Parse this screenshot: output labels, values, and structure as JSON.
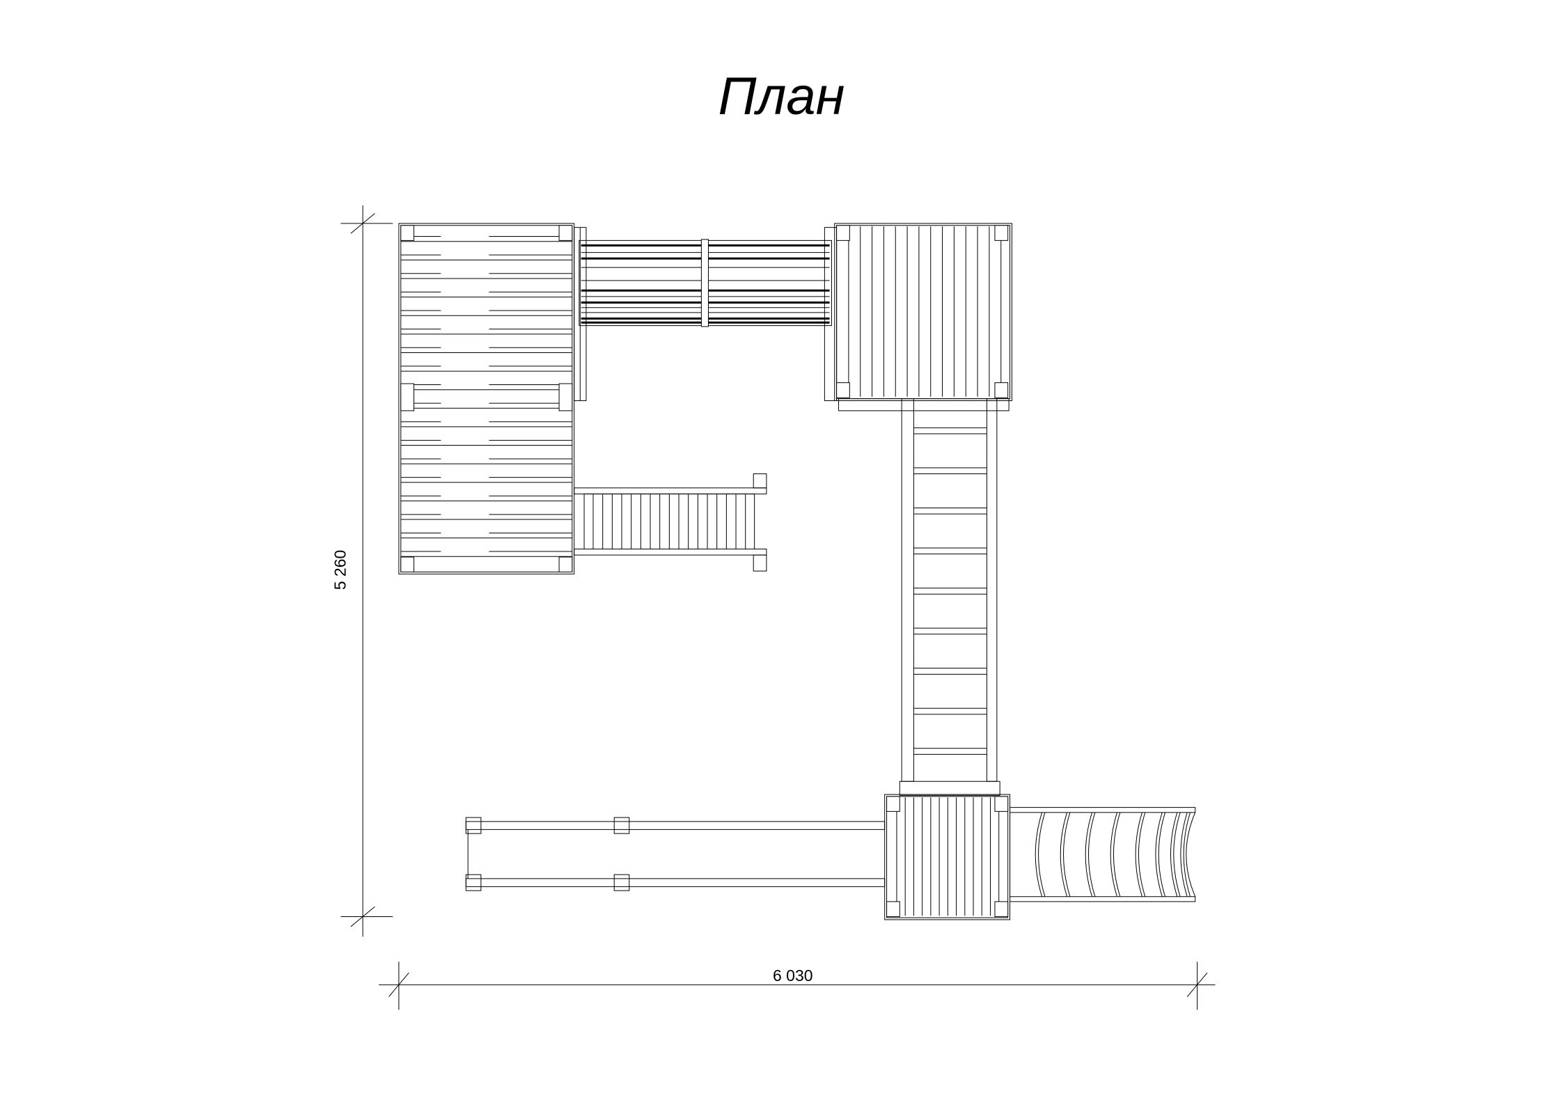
{
  "title": "План",
  "dimensions": {
    "width_label": "6 030",
    "height_label": "5 260"
  },
  "colors": {
    "line": "#000000",
    "background": "#ffffff"
  }
}
